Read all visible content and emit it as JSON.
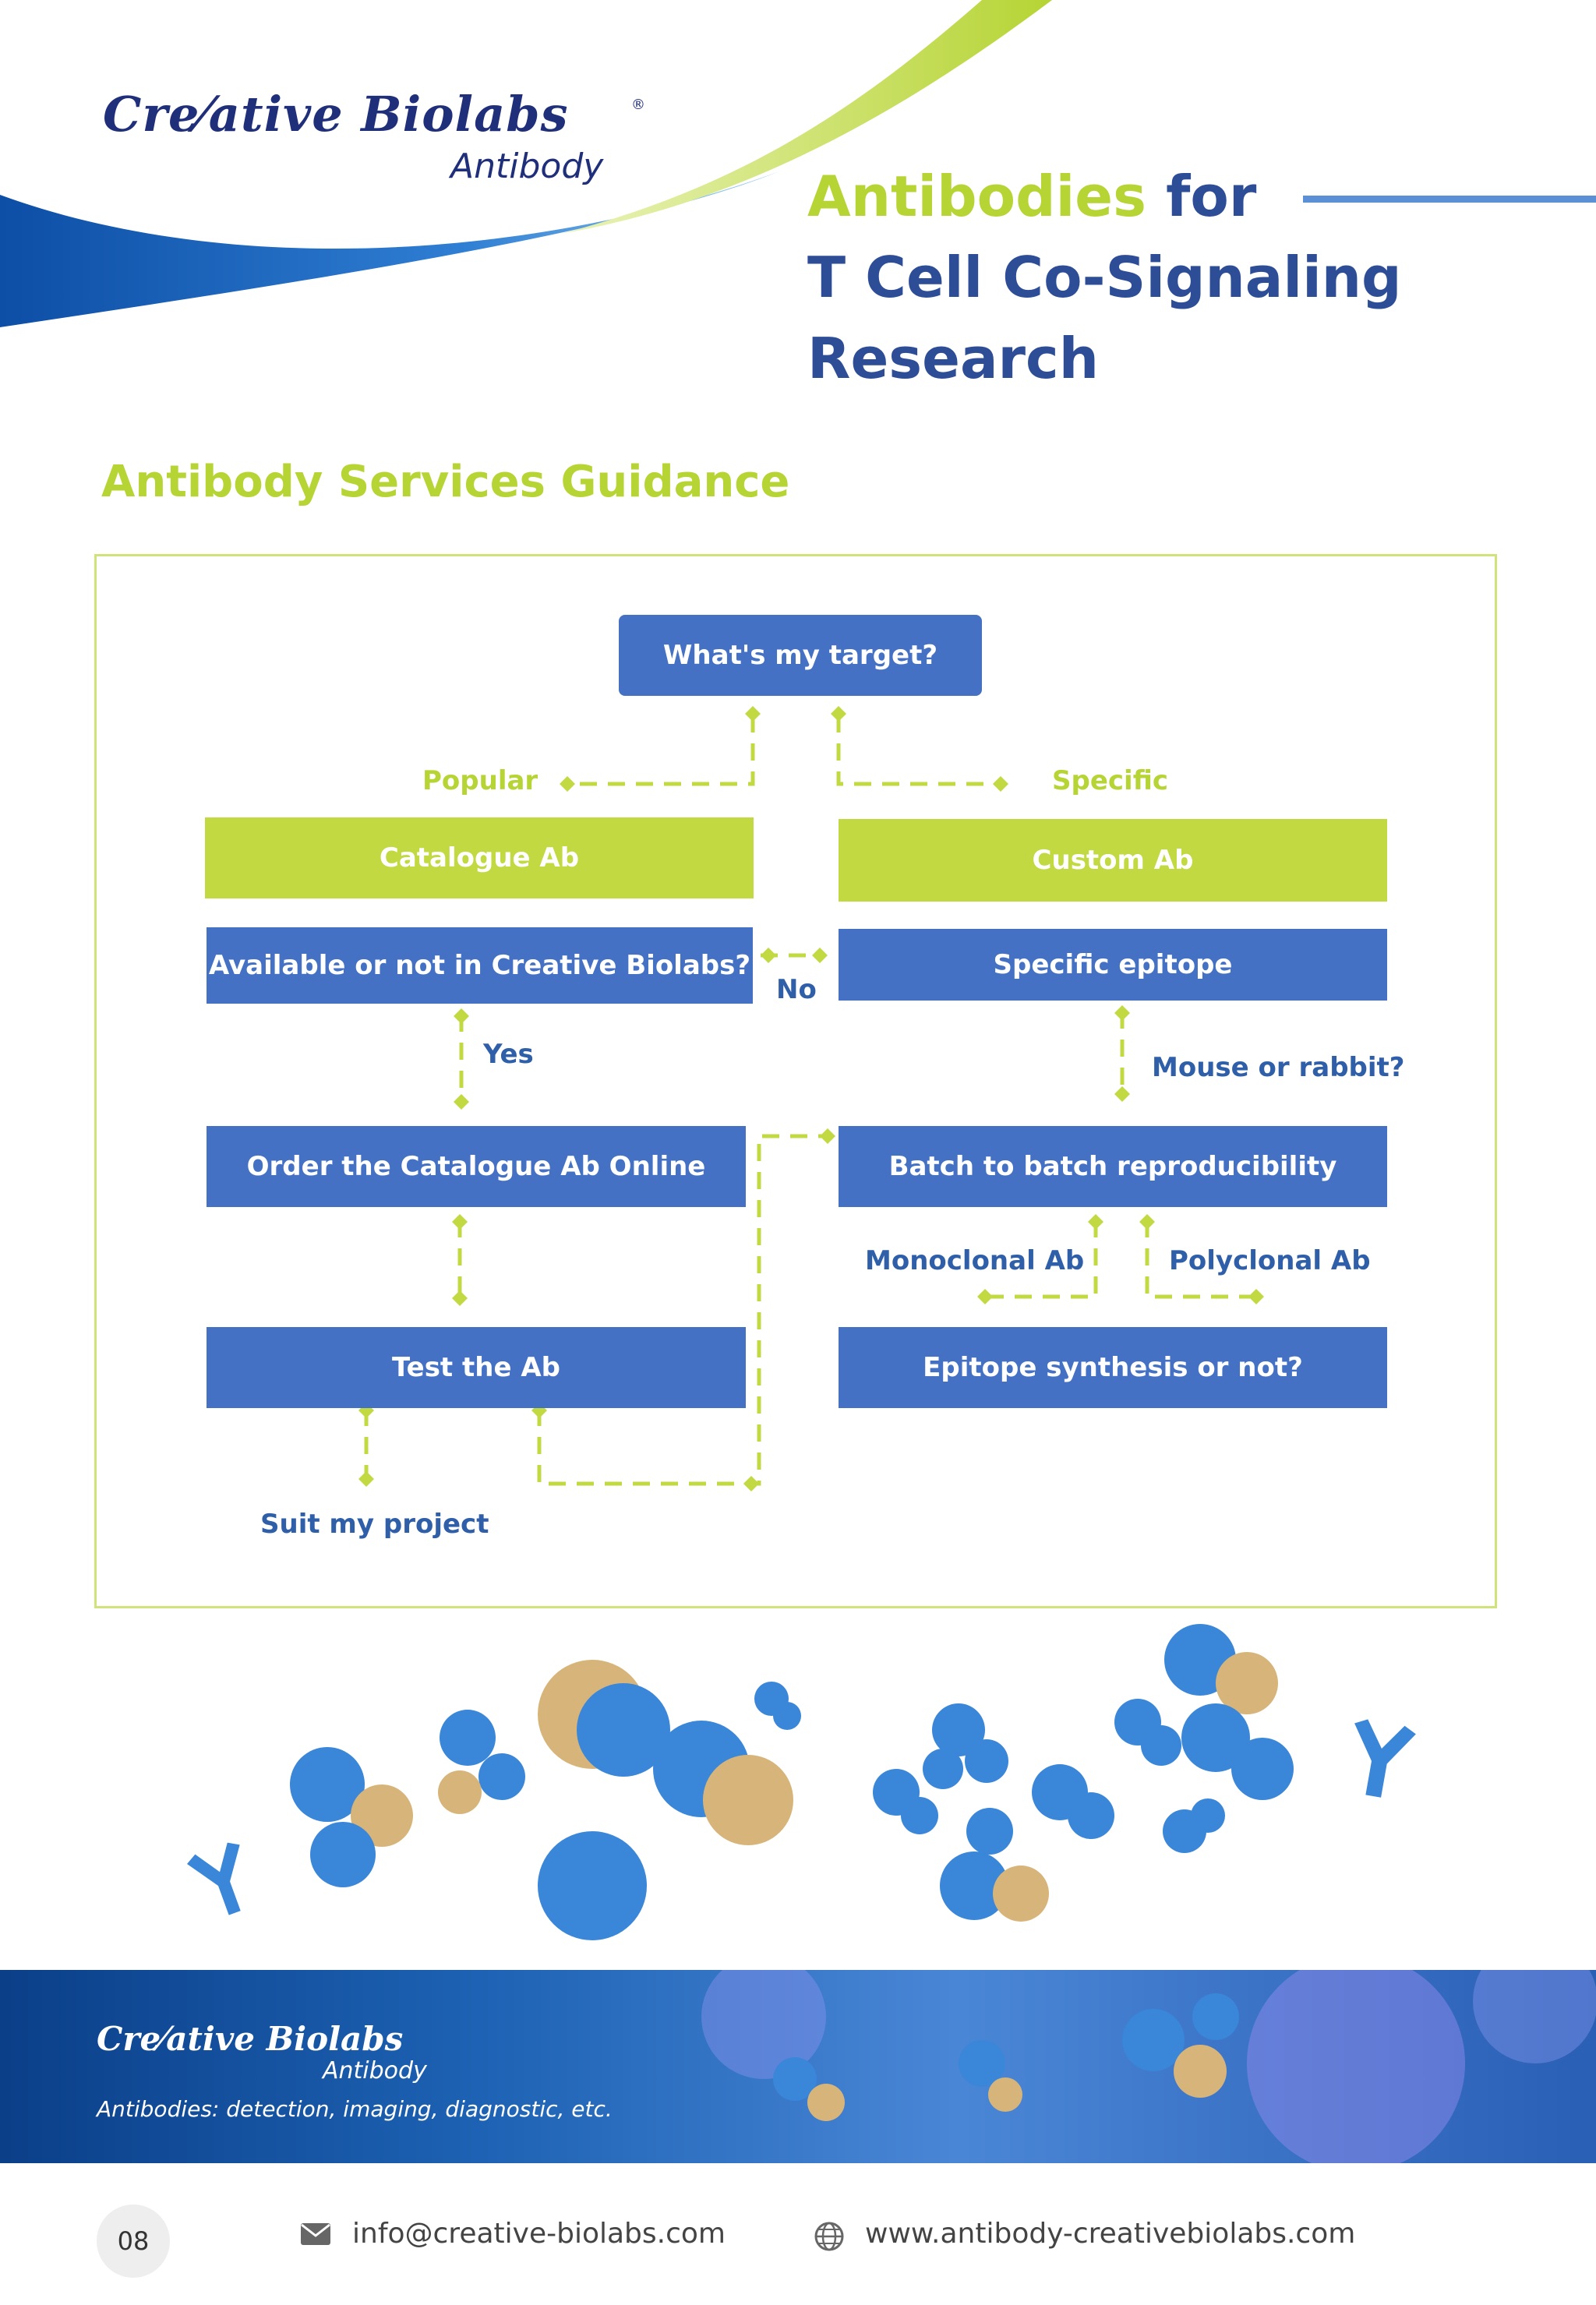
{
  "header": {
    "brand": "Cre⁄ative Biolabs",
    "brand_sub": "Antibody",
    "registered": "®",
    "title_accent": "Antibodies",
    "title_rest_line1": " for",
    "title_line2": "T Cell Co-Signaling",
    "title_line3": "Research"
  },
  "section_title": "Antibody Services Guidance",
  "flow": {
    "start": "What's my target?",
    "popular": "Popular",
    "specific": "Specific",
    "catalogue_ab": "Catalogue Ab",
    "custom_ab": "Custom Ab",
    "available": "Available or not in Creative Biolabs?",
    "no": "No",
    "specific_epitope": "Specific epitope",
    "yes": "Yes",
    "mouse_or_rabbit": "Mouse or rabbit?",
    "order_online": "Order the Catalogue Ab Online",
    "batch": "Batch to batch reproducibility",
    "monoclonal": "Monoclonal Ab",
    "polyclonal": "Polyclonal Ab",
    "test_ab": "Test the Ab",
    "epitope_synthesis": "Epitope synthesis or not?",
    "suit_project": "Suit my project"
  },
  "banner": {
    "brand": "Cre⁄ative Biolabs",
    "brand_sub": "Antibody",
    "tagline": "Antibodies: detection, imaging, diagnostic, etc."
  },
  "footer": {
    "page_number": "08",
    "email": "info@creative-biolabs.com",
    "website": "www.antibody-creativebiolabs.com",
    "mail_icon": "envelope-icon",
    "web_icon": "globe-icon"
  },
  "colors": {
    "primary_blue": "#4471c4",
    "lime": "#c2d942",
    "navy": "#2d4d97",
    "label_blue": "#2e5fa8"
  }
}
